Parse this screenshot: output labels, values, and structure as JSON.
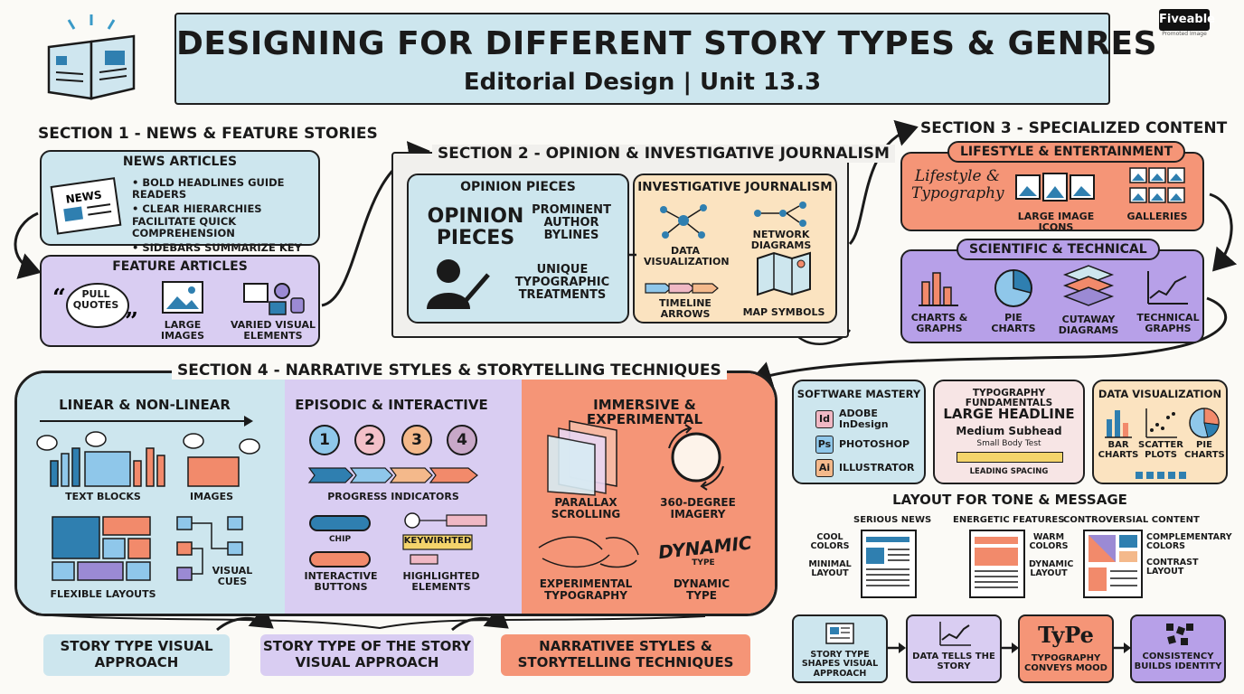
{
  "header": {
    "title": "DESIGNING FOR DIFFERENT STORY TYPES & GENRES",
    "subtitle": "Editorial Design | Unit 13.3"
  },
  "brand": {
    "name": "Fiveable",
    "tag": "Promoted Image"
  },
  "section1": {
    "heading": "SECTION 1 - NEWS & FEATURE STORIES",
    "news": {
      "title": "NEWS ARTICLES",
      "icon_text": "NEWS",
      "bullets": [
        "BOLD HEADLINES GUIDE READERS",
        "CLEAR HIERARCHIES FACILITATE QUICK COMPREHENSION",
        "SIDEBARS SUMMARIZE KEY FACTS"
      ]
    },
    "feature": {
      "title": "FEATURE ARTICLES",
      "quotes": "PULL QUOTES",
      "large_images": "LARGE IMAGES",
      "varied": "VARIED VISUAL ELEMENTS"
    }
  },
  "section2": {
    "heading": "SECTION 2 - OPINION & INVESTIGATIVE JOURNALISM",
    "opinion": {
      "title": "OPINION PIECES",
      "big": "OPINION PIECES",
      "bylines": "PROMINENT AUTHOR BYLINES",
      "unique": "UNIQUE TYPOGRAPHIC TREATMENTS"
    },
    "invest": {
      "title": "INVESTIGATIVE JOURNALISM",
      "data": "DATA VISUALIZATION",
      "network": "NETWORK DIAGRAMS",
      "timeline": "TIMELINE ARROWS",
      "map": "MAP SYMBOLS"
    }
  },
  "section3": {
    "heading": "SECTION 3 - SPECIALIZED CONTENT",
    "lifestyle": {
      "title": "LIFESTYLE & ENTERTAINMENT",
      "script": "Lifestyle & Typography",
      "icons": "LARGE IMAGE ICONS",
      "galleries": "GALLERIES"
    },
    "sci": {
      "title": "SCIENTIFIC & TECHNICAL",
      "charts": "CHARTS & GRAPHS",
      "pie": "PIE CHARTS",
      "cutaway": "CUTAWAY DIAGRAMS",
      "tech": "TECHNICAL GRAPHS"
    }
  },
  "section4": {
    "heading": "SECTION 4 - NARRATIVE STYLES & STORYTELLING TECHNIQUES",
    "linear": {
      "title": "LINEAR & NON-LINEAR",
      "text_blocks": "TEXT BLOCKS",
      "images": "IMAGES",
      "flexible": "FLEXIBLE LAYOUTS",
      "cues": "VISUAL CUES"
    },
    "episodic": {
      "title": "EPISODIC & INTERACTIVE",
      "steps": [
        "1",
        "2",
        "3",
        "4"
      ],
      "progress": "PROGRESS INDICATORS",
      "chip": "CHIP",
      "keyword": "KEYWIRHTED",
      "buttons": "INTERACTIVE BUTTONS",
      "highlighted": "HIGHLIGHTED ELEMENTS"
    },
    "immersive": {
      "title": "IMMERSIVE & EXPERIMENTAL",
      "parallax": "PARALLAX SCROLLING",
      "imagery": "360-DEGREE IMAGERY",
      "exp": "EXPERIMENTAL TYPOGRAPHY",
      "dyn_word": "DYNAMIC",
      "dyn_sub": "TYPE",
      "dynamic": "DYNAMIC TYPE"
    },
    "bottom": [
      "STORY TYPE VISUAL APPROACH",
      "STORY TYPE OF THE STORY VISUAL APPROACH",
      "NARRATIVEE STYLES & STORYTELLING TECHNIQUES"
    ]
  },
  "software": {
    "title": "SOFTWARE MASTERY",
    "items": [
      {
        "code": "Id",
        "name": "ADOBE InDesign",
        "color": "#f0b8c4"
      },
      {
        "code": "Ps",
        "name": "PHOTOSHOP",
        "color": "#8fc7ea"
      },
      {
        "code": "Ai",
        "name": "ILLUSTRATOR",
        "color": "#f4b98b"
      }
    ]
  },
  "typography": {
    "title": "TYPOGRAPHY FUNDAMENTALS",
    "headline": "LARGE HEADLINE",
    "subhead": "Medium Subhead",
    "body": "Small Body Test",
    "spacing": "LEADING SPACING"
  },
  "dataviz": {
    "title": "DATA VISUALIZATION",
    "bar": "BAR CHARTS",
    "scatter": "SCATTER PLOTS",
    "pie": "PIE CHARTS"
  },
  "layout_tone": {
    "title": "LAYOUT FOR TONE & MESSAGE",
    "serious": "SERIOUS NEWS",
    "energetic": "ENERGETIC FEATURES",
    "controversial": "CONTROVERSIAL CONTENT",
    "cool": "COOL COLORS",
    "minimal": "MINIMAL LAYOUT",
    "warm": "WARM COLORS",
    "dynamic": "DYNAMIC LAYOUT",
    "complementary": "COMPLEMENTARY COLORS",
    "contrast": "CONTRAST LAYOUT"
  },
  "flow": [
    "STORY TYPE SHAPES VISUAL APPROACH",
    "DATA TELLS THE STORY",
    "TYPOGRAPHY CONVEYS MOOD",
    "CONSISTENCY BUILDS IDENTITY"
  ],
  "flow_icon_text": "TyPe"
}
